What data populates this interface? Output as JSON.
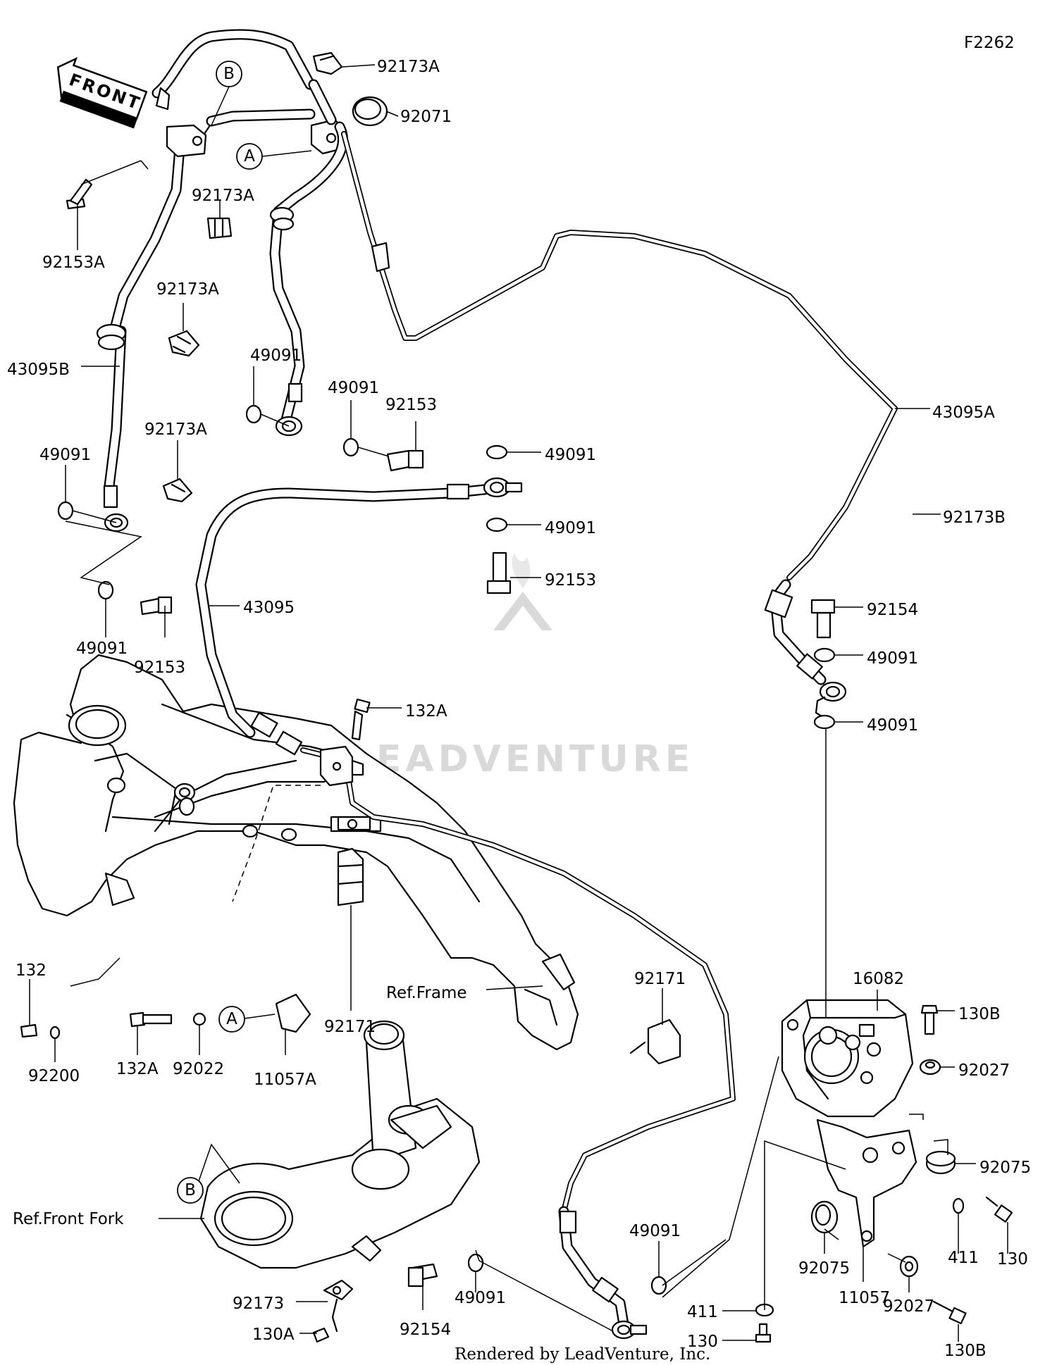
{
  "diagram_code": "F2262",
  "front_arrow": "FRONT",
  "watermark": "LEADVENTURE",
  "footer": "Rendered by LeadVenture, Inc.",
  "markers": [
    "A",
    "B"
  ],
  "labels": {
    "l92173A_top": "92173A",
    "l92071": "92071",
    "l92173A_mid": "92173A",
    "l92153A": "92153A",
    "l92173A_2": "92173A",
    "l43095B": "43095B",
    "l49091_a": "49091",
    "l92173A_3": "92173A",
    "l49091_b": "49091",
    "l49091_c": "49091",
    "l92153_a": "92153",
    "l43095A": "43095A",
    "l49091_d": "49091",
    "l49091_e": "49091",
    "l92153_b": "92153",
    "l92173B": "92173B",
    "l43095": "43095",
    "l49091_f": "49091",
    "l92153_c": "92153",
    "l92154_a": "92154",
    "l49091_g": "49091",
    "l49091_h": "49091",
    "l132A_top": "132A",
    "l132": "132",
    "l92200": "92200",
    "l132A": "132A",
    "l92022": "92022",
    "l11057A": "11057A",
    "l92171_a": "92171",
    "l92171_b": "92171",
    "l16082": "16082",
    "l130B_a": "130B",
    "l92027_a": "92027",
    "lRefFrame": "Ref.Frame",
    "l92075_a": "92075",
    "l49091_i": "49091",
    "l49091_j": "49091",
    "l92075_b": "92075",
    "l411_a": "411",
    "l11057": "11057",
    "l92027_b": "92027",
    "l130": "130",
    "lRefFrontFork": "Ref.Front Fork",
    "l92173": "92173",
    "l130A": "130A",
    "l92154_b": "92154",
    "l411_b": "411",
    "l130_b": "130",
    "l130B_b": "130B"
  }
}
